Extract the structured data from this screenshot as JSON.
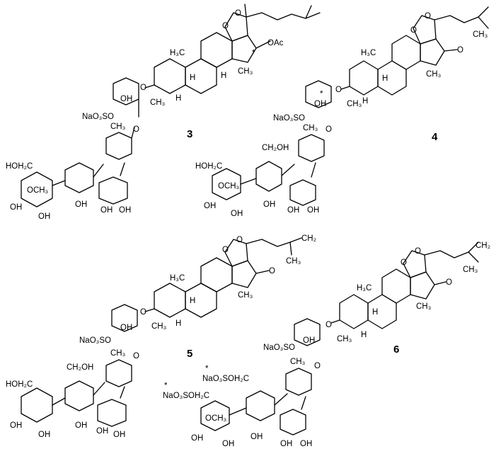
{
  "compound_numbers": [
    "3",
    "4",
    "5",
    "6"
  ],
  "labels": {
    "H3C": "H₃C",
    "CH3": "CH₃",
    "H": "H",
    "O": "O",
    "OH": "OH",
    "OAc": "OAc",
    "star": "*",
    "NaO3SO": "NaO₃SO",
    "HOH2C": "HOH₂C",
    "CH2OH": "CH₂OH",
    "OCH3": "OCH₃",
    "CH2": "CH₂",
    "NaO3SOH2C": "NaO₃SOH₂C"
  }
}
